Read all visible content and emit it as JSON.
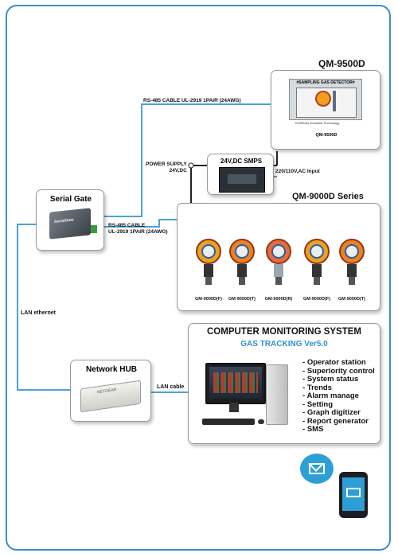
{
  "title_qm9500d": "QM-9500D",
  "qm9500d_panel": {
    "header": "#SAMPLING GAS DETECTOR#",
    "maker": "KOREAN Industrial Technology",
    "caption": "QM-9500D"
  },
  "rs485_top": "RS-485 CABLE UL-2919 1PAIR (24AWG)",
  "power_supply": [
    "POWER SUPPLY",
    "24V,DC"
  ],
  "smps": {
    "title": "24V,DC SMPS",
    "input": "220/110V,AC Input"
  },
  "title_qm9000d": "QM-9000D Series",
  "serial_gate": {
    "title": "Serial Gate",
    "device_text": "SerialGate"
  },
  "rs485_mid": [
    "RS-485 CABLE",
    "UL-2919 1PAIR (24AWG)"
  ],
  "detectors": [
    {
      "caption": "GM-9000D(F)",
      "color": "#f0a020"
    },
    {
      "caption": "GM-9000D(T)",
      "color": "#ef8020"
    },
    {
      "caption": "GM-9000D(R)",
      "color": "#ea6a3a"
    },
    {
      "caption": "GM-9000D(F)",
      "color": "#f0a020"
    },
    {
      "caption": "GM-9000D(T)",
      "color": "#ef8020"
    }
  ],
  "lan_ethernet": "LAN ethernet",
  "network_hub": {
    "title": "Network HUB",
    "device_text": "NETGEAR"
  },
  "lan_cable": "LAN cable",
  "monitoring": {
    "title": "COMPUTER MONITORING SYSTEM",
    "subtitle": "GAS TRACKING Ver5.0",
    "features": [
      "Operator station",
      "Superiority control",
      "System status",
      "Trends",
      "Alarm manage",
      "Setting",
      "Graph digitizer",
      "Report generator",
      "SMS"
    ]
  },
  "colors": {
    "frame": "#3a8fc9",
    "cable": "#4aa3d8",
    "subtitle": "#2f8fd0",
    "message_bubble": "#2e9fd6"
  }
}
